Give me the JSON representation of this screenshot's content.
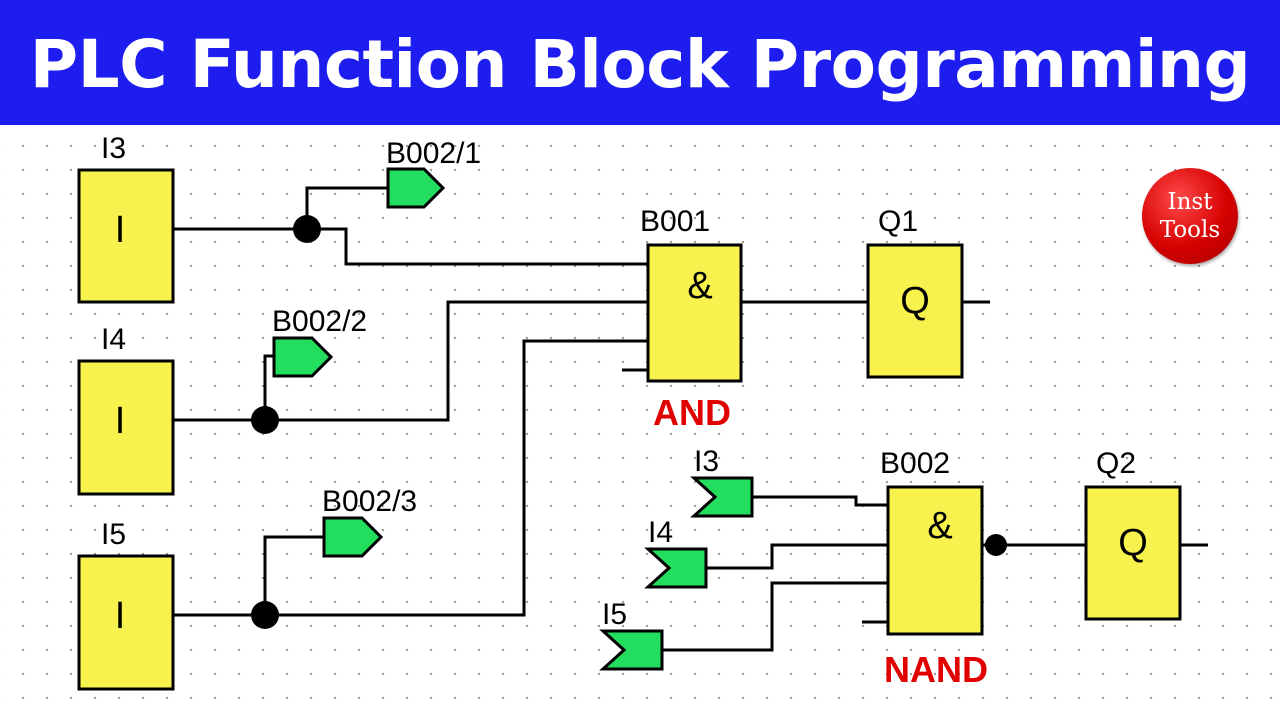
{
  "title": "PLC Function Block Programming",
  "inputs": {
    "i3": {
      "tag": "I3",
      "symbol": "I"
    },
    "i4": {
      "tag": "I4",
      "symbol": "I"
    },
    "i5": {
      "tag": "I5",
      "symbol": "I"
    }
  },
  "connectors": {
    "b002_1": "B002/1",
    "b002_2": "B002/2",
    "b002_3": "B002/3",
    "nand_in_i3": "I3",
    "nand_in_i4": "I4",
    "nand_in_i5": "I5"
  },
  "and_block": {
    "id": "B001",
    "symbol": "&",
    "type": "AND"
  },
  "nand_block": {
    "id": "B002",
    "symbol": "&",
    "type": "NAND"
  },
  "outputs": {
    "q1": {
      "tag": "Q1",
      "symbol": "Q"
    },
    "q2": {
      "tag": "Q2",
      "symbol": "Q"
    }
  },
  "logo": {
    "line1": "Inst",
    "line2": "Tools"
  },
  "colors": {
    "banner": "#1d1df0",
    "block_fill": "#f7f24d",
    "connector_fill": "#22dd5e",
    "gate_label": "#e00000",
    "logo": "#d60000"
  }
}
